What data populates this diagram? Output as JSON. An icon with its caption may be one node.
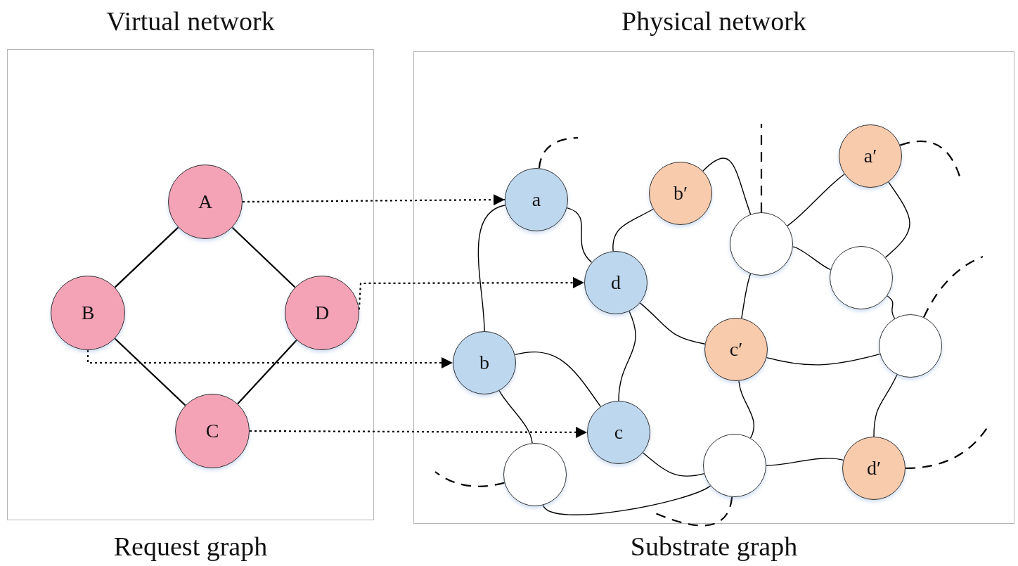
{
  "diagram": {
    "nodes": [
      {
        "text": [
          "Virtual network",
          "Request graph"
        ]
      },
      {
        "text": [
          "Physical network",
          "Substrate graph"
        ]
      },
      {
        "text": [
          "A"
        ],
        "in": 0
      },
      {
        "text": [
          "B"
        ],
        "in": 0
      },
      {
        "text": [
          "D"
        ],
        "in": 0
      },
      {
        "text": [
          "C"
        ],
        "in": 0
      },
      {
        "text": [
          "a"
        ],
        "in": 1
      },
      {
        "text": [
          "b′"
        ],
        "in": 1
      },
      {
        "text": [
          "a′"
        ],
        "in": 1
      },
      {
        "text": [],
        "shape": "circle",
        "in": 1
      },
      {
        "text": [
          "d"
        ],
        "in": 1
      },
      {
        "text": [],
        "shape": "circle",
        "in": 1
      },
      {
        "text": [
          "b"
        ],
        "in": 1
      },
      {
        "text": [
          "c′"
        ],
        "in": 1
      },
      {
        "text": [],
        "shape": "circle",
        "in": 1
      },
      {
        "text": [
          "c"
        ],
        "in": 1
      },
      {
        "text": [],
        "shape": "circle",
        "in": 1
      },
      {
        "text": [
          "d′"
        ],
        "in": 1
      },
      {
        "text": [],
        "shape": "circle",
        "in": 1
      }
    ],
    "edges": [
      {
        "from": 2,
        "to": 3,
        "arrow": "none"
      },
      {
        "from": 2,
        "to": 4,
        "arrow": "none"
      },
      {
        "from": 3,
        "to": 5,
        "arrow": "none"
      },
      {
        "from": 4,
        "to": 5,
        "arrow": "none"
      },
      {
        "from": 2,
        "to": 6,
        "arrow": "to",
        "style": "dashed"
      },
      {
        "from": 4,
        "to": 10,
        "arrow": "to",
        "style": "dashed"
      },
      {
        "from": 3,
        "to": 12,
        "arrow": "to",
        "style": "dashed"
      },
      {
        "from": 5,
        "to": 15,
        "arrow": "to",
        "style": "dashed"
      },
      {
        "from": 6,
        "to": 10,
        "arrow": "none"
      },
      {
        "from": 6,
        "to": 12,
        "arrow": "none"
      },
      {
        "from": 7,
        "to": 10,
        "arrow": "none"
      },
      {
        "from": 7,
        "to": 9,
        "arrow": "none"
      },
      {
        "from": 10,
        "to": 13,
        "arrow": "none"
      },
      {
        "from": 10,
        "to": 15,
        "arrow": "none"
      },
      {
        "from": 9,
        "to": 8,
        "arrow": "none"
      },
      {
        "from": 9,
        "to": 11,
        "arrow": "none"
      },
      {
        "from": 9,
        "to": 13,
        "arrow": "none"
      },
      {
        "from": 8,
        "to": 11,
        "arrow": "none"
      },
      {
        "from": 11,
        "to": 14,
        "arrow": "none"
      },
      {
        "from": 12,
        "to": 15,
        "arrow": "none"
      },
      {
        "from": 12,
        "to": 18,
        "arrow": "none"
      },
      {
        "from": 13,
        "to": 14,
        "arrow": "none"
      },
      {
        "from": 13,
        "to": 16,
        "arrow": "none"
      },
      {
        "from": 14,
        "to": 17,
        "arrow": "none"
      },
      {
        "from": 15,
        "to": 16,
        "arrow": "none"
      },
      {
        "from": 18,
        "to": 16,
        "arrow": "none"
      },
      {
        "from": 16,
        "to": 17,
        "arrow": "none"
      },
      {
        "from": 6,
        "to": null,
        "arrow": "none",
        "style": "dashed"
      },
      {
        "from": 9,
        "to": null,
        "arrow": "none",
        "style": "dashed"
      },
      {
        "from": 8,
        "to": null,
        "arrow": "none",
        "style": "dashed"
      },
      {
        "from": 14,
        "to": null,
        "arrow": "none",
        "style": "dashed"
      },
      {
        "from": 17,
        "to": null,
        "arrow": "none",
        "style": "dashed"
      },
      {
        "from": 16,
        "to": null,
        "arrow": "none",
        "style": "dashed"
      },
      {
        "from": 18,
        "to": null,
        "arrow": "none",
        "style": "dashed"
      }
    ]
  }
}
